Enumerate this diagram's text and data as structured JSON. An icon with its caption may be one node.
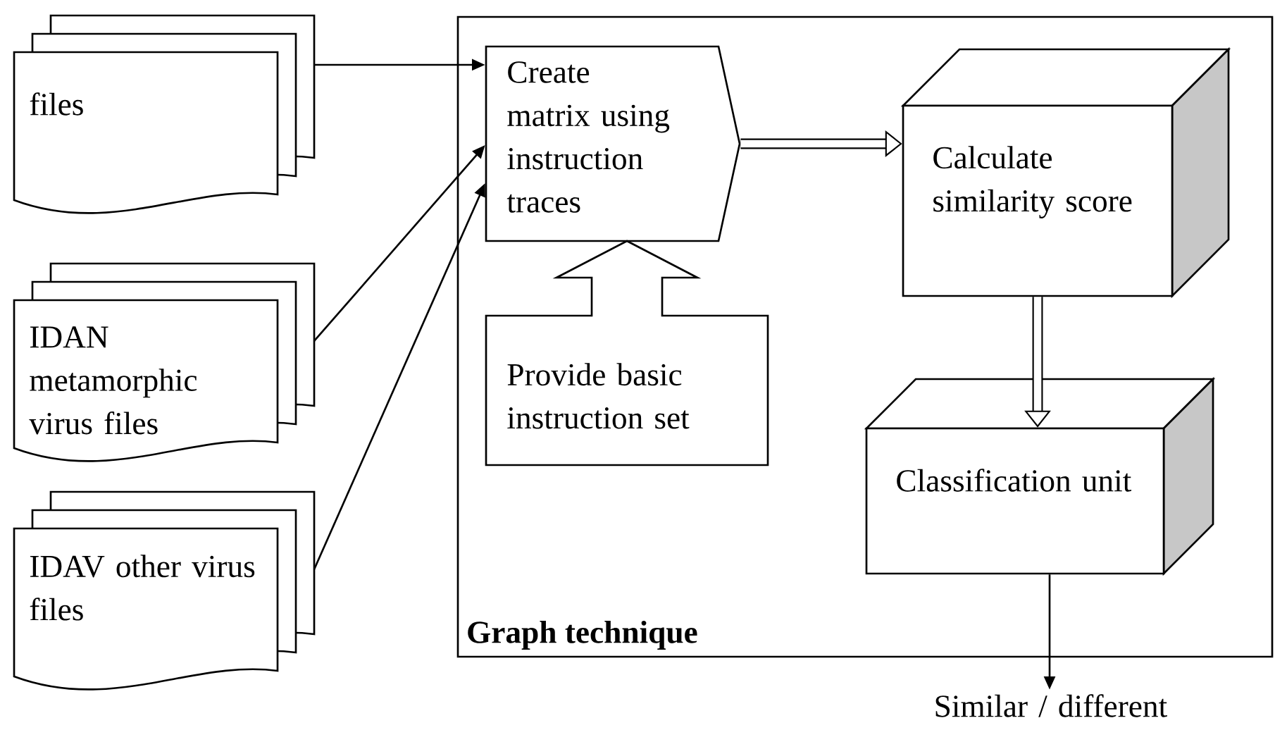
{
  "diagram": {
    "nodes": [
      {
        "text": [
          "files"
        ]
      },
      {
        "text": [
          "IDAN metamorphic virus files"
        ]
      },
      {
        "text": [
          "IDAV other virus files"
        ]
      },
      {
        "text": [
          "Graph technique"
        ]
      },
      {
        "text": [
          "Create matrix using instruction traces"
        ],
        "in": 3
      },
      {
        "text": [
          "Provide basic instruction set"
        ],
        "in": 3
      },
      {
        "text": [
          "Calculate similarity score"
        ],
        "in": 3
      },
      {
        "text": [
          "Classification unit"
        ],
        "in": 3
      },
      {
        "text": [
          "Similar / different"
        ]
      }
    ],
    "edges": [
      {
        "from": 0,
        "to": 4,
        "arrow": "to"
      },
      {
        "from": 1,
        "to": 4,
        "arrow": "to"
      },
      {
        "from": 2,
        "to": 4,
        "arrow": "to"
      },
      {
        "from": 4,
        "to": 6,
        "arrow": "to",
        "style": "thick"
      },
      {
        "from": 6,
        "to": 7,
        "arrow": "to",
        "style": "thick"
      },
      {
        "from": 7,
        "to": 8,
        "arrow": "to"
      }
    ]
  }
}
